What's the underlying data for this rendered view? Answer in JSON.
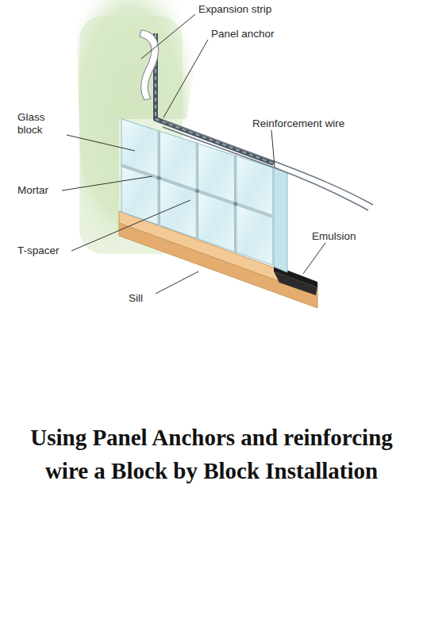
{
  "diagram": {
    "caption": "Using Panel Anchors and reinforcing wire a Block by Block Installation",
    "labels": [
      "Expansion strip",
      "Panel anchor",
      "Glass block",
      "Reinforcement wire",
      "Mortar",
      "T-spacer",
      "Emulsion",
      "Sill"
    ]
  }
}
